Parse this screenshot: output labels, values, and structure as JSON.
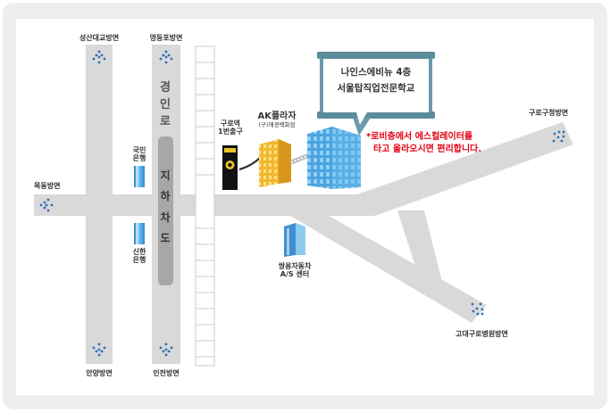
{
  "destination": {
    "line1": "나인스에비뉴 4층",
    "line2": "서울탑직업전문학교"
  },
  "note": {
    "line1": "*로비층에서 에스컬레이터를",
    "line2": "타고 올라오시면 편리합니다."
  },
  "roads": {
    "main_road": "경인로",
    "underpass": "지하차도"
  },
  "directions": {
    "top_left": "성산대교방면",
    "top_right": "영등포방면",
    "left": "목동방면",
    "bottom_left": "안양방면",
    "bottom_right": "인천방면",
    "right": "구로구청방면",
    "lower_right": "고대구로병원방면"
  },
  "landmarks": {
    "kookmin_line1": "국민",
    "kookmin_line2": "은행",
    "shinhan_line1": "신한",
    "shinhan_line2": "은행",
    "guro_station_line1": "구로역",
    "guro_station_line2": "1번출구",
    "ak_name": "AK플라자",
    "ak_sub": "(구)애경백화점",
    "ssangyong_line1": "쌍용자동차",
    "ssangyong_line2": "A/S 센터"
  },
  "colors": {
    "road": "#d9d9d9",
    "frame": "#eeeeee",
    "direction_arrow": "#2e6db4",
    "building_blue": "#4aa3df",
    "ak_building": "#f2b72e",
    "callout_border": "#6b9bab",
    "note_text": "#e60012"
  }
}
